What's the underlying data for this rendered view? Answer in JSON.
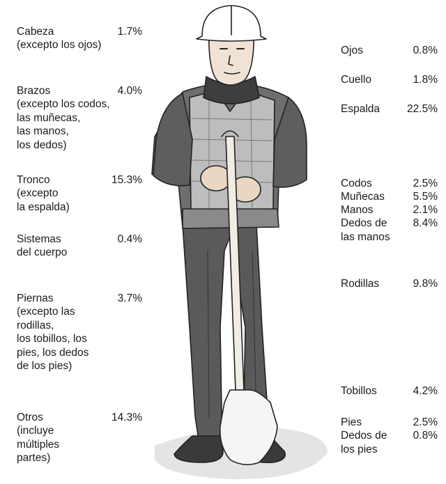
{
  "left": [
    {
      "label": "Cabeza",
      "value": "1.7%",
      "sub": "(excepto los ojos)"
    },
    {
      "label": "Brazos",
      "value": "4.0%",
      "sub": "(excepto los codos,\nlas muñecas,\nlas manos,\nlos dedos)"
    },
    {
      "label": "Tronco",
      "value": "15.3%",
      "sub": "(excepto\nla espalda)"
    },
    {
      "label": "Sistemas",
      "value": "0.4%",
      "sub": "del cuerpo"
    },
    {
      "label": "Piernas",
      "value": "3.7%",
      "sub": "(excepto las\nrodillas,\nlos tobillos, los\npies, los dedos\nde los pies)"
    },
    {
      "label": "Otros",
      "value": "14.3%",
      "sub": "(incluye\nmúltiples\npartes)"
    }
  ],
  "right": [
    {
      "label": "Ojos",
      "value": "0.8%"
    },
    {
      "label": "Cuello",
      "value": "1.8%"
    },
    {
      "label": "Espalda",
      "value": "22.5%"
    },
    {
      "label": "Codos",
      "value": "2.5%"
    },
    {
      "label": "Muñecas",
      "value": "5.5%"
    },
    {
      "label": "Manos",
      "value": "2.1%"
    },
    {
      "label": "Dedos de\nlas manos",
      "value": "8.4%"
    },
    {
      "label": "Rodillas",
      "value": "9.8%"
    },
    {
      "label": "Tobillos",
      "value": "4.2%"
    },
    {
      "label": "Pies",
      "value": "2.5%"
    },
    {
      "label": "Dedos de\nlos pies",
      "value": "0.8%"
    }
  ],
  "figure": {
    "description_icon": "worker-with-shovel-illustration"
  }
}
